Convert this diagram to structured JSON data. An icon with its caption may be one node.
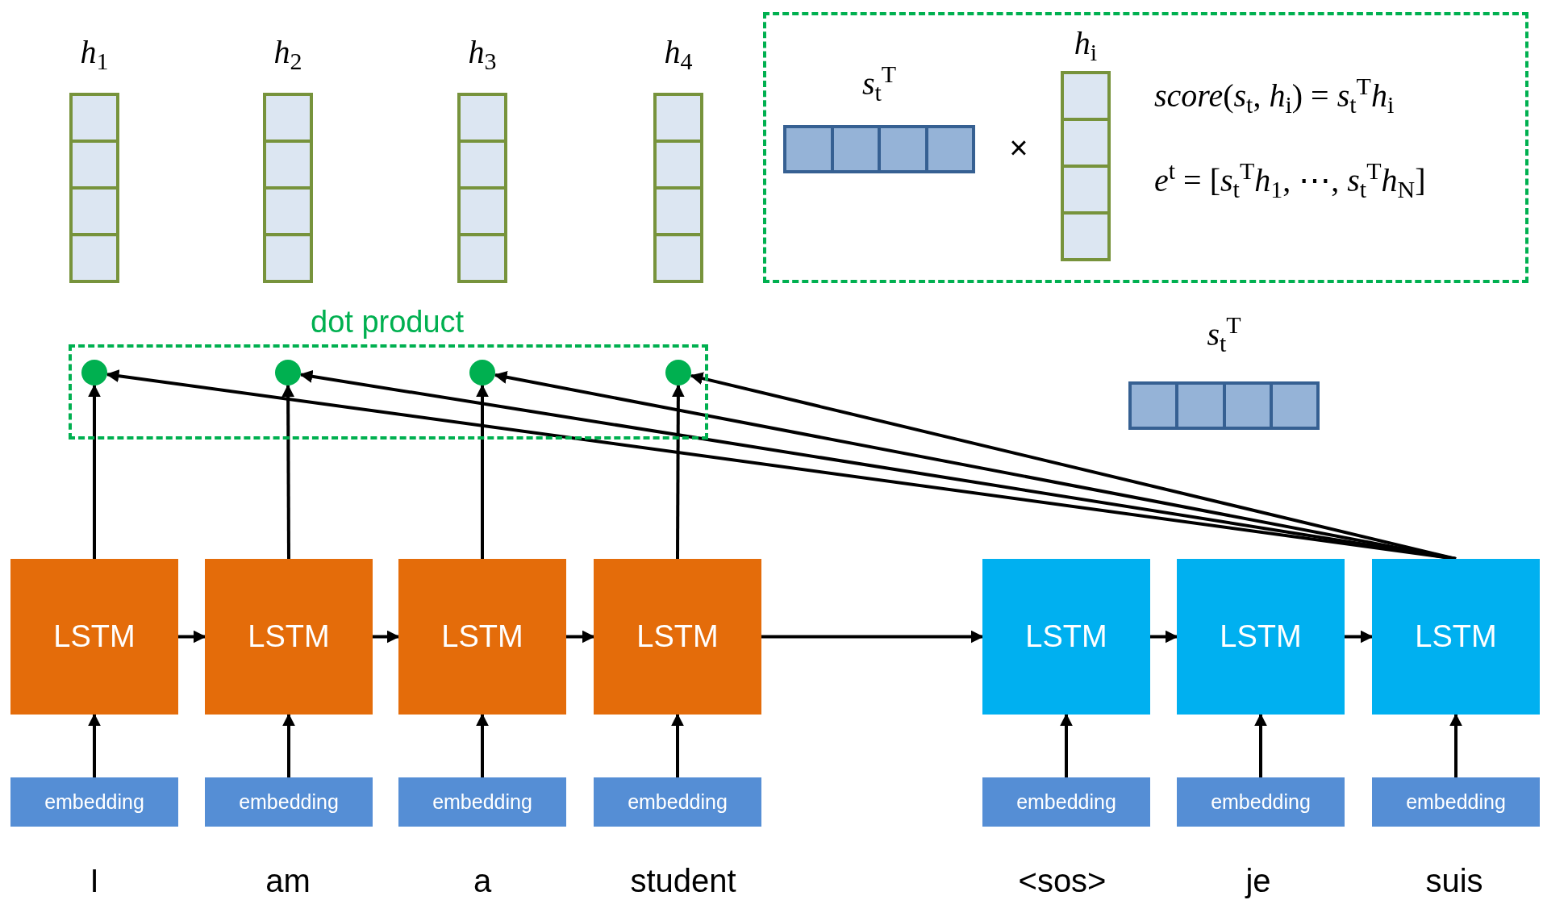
{
  "diagram": {
    "nodes": [
      {
        "text": [
          "*h*$_{1}$"
        ]
      },
      {
        "text": [
          "*h*$_{2}$"
        ]
      },
      {
        "text": [
          "*h*$_{3}$"
        ]
      },
      {
        "text": [
          "*h*$_{4}$"
        ]
      },
      {
        "text": [
          "*score*(*s*$_{t}$, *h*$_{i}$) = *s*$_{t}$$^{T}$*h*$_{i}$",
          "*e*$^{t}$ = [*s*$_{t}$$^{T}$*h*$_{1}$, ⋯, *s*$_{t}$$^{T}$*h*$_{N}$]"
        ]
      },
      {
        "text": [
          "*s*$_{t}$$^{T}$"
        ],
        "in": 4
      },
      {
        "text": [
          "*h*$_{i}$"
        ],
        "in": 4
      },
      {
        "text": [
          "dot product"
        ]
      },
      {
        "text": [],
        "shape": "circle",
        "in": 7
      },
      {
        "text": [],
        "shape": "circle",
        "in": 7
      },
      {
        "text": [],
        "shape": "circle",
        "in": 7
      },
      {
        "text": [],
        "shape": "circle",
        "in": 7
      },
      {
        "text": [
          "*s*$_{t}$$^{T}$"
        ]
      },
      {
        "text": [
          "LSTM"
        ]
      },
      {
        "text": [
          "LSTM"
        ]
      },
      {
        "text": [
          "LSTM"
        ]
      },
      {
        "text": [
          "LSTM"
        ]
      },
      {
        "text": [
          "LSTM"
        ]
      },
      {
        "text": [
          "LSTM"
        ]
      },
      {
        "text": [
          "LSTM"
        ]
      },
      {
        "text": [
          "embedding"
        ]
      },
      {
        "text": [
          "embedding"
        ]
      },
      {
        "text": [
          "embedding"
        ]
      },
      {
        "text": [
          "embedding"
        ]
      },
      {
        "text": [
          "embedding"
        ]
      },
      {
        "text": [
          "embedding"
        ]
      },
      {
        "text": [
          "embedding"
        ]
      }
    ],
    "edges": [
      {
        "from": 13,
        "to": 8,
        "arrow": "to"
      },
      {
        "from": 14,
        "to": 9,
        "arrow": "to"
      },
      {
        "from": 15,
        "to": 10,
        "arrow": "to"
      },
      {
        "from": 16,
        "to": 11,
        "arrow": "to"
      },
      {
        "from": 19,
        "to": 8,
        "arrow": "to"
      },
      {
        "from": 19,
        "to": 9,
        "arrow": "to"
      },
      {
        "from": 19,
        "to": 10,
        "arrow": "to"
      },
      {
        "from": 19,
        "to": 11,
        "arrow": "to"
      },
      {
        "from": 13,
        "to": 14,
        "arrow": "to"
      },
      {
        "from": 14,
        "to": 15,
        "arrow": "to"
      },
      {
        "from": 15,
        "to": 16,
        "arrow": "to"
      },
      {
        "from": 16,
        "to": 17,
        "arrow": "to"
      },
      {
        "from": 17,
        "to": 18,
        "arrow": "to"
      },
      {
        "from": 18,
        "to": 19,
        "arrow": "to"
      },
      {
        "from": 20,
        "to": 13,
        "arrow": "to"
      },
      {
        "from": 21,
        "to": 14,
        "arrow": "to"
      },
      {
        "from": 22,
        "to": 15,
        "arrow": "to"
      },
      {
        "from": 23,
        "to": 16,
        "arrow": "to"
      },
      {
        "from": 24,
        "to": 17,
        "arrow": "to"
      },
      {
        "from": 25,
        "to": 18,
        "arrow": "to"
      },
      {
        "from": 26,
        "to": 19,
        "arrow": "to"
      }
    ],
    "labels": [
      "×",
      "I",
      "am",
      "a",
      "student",
      "<sos>",
      "je",
      "suis"
    ]
  }
}
